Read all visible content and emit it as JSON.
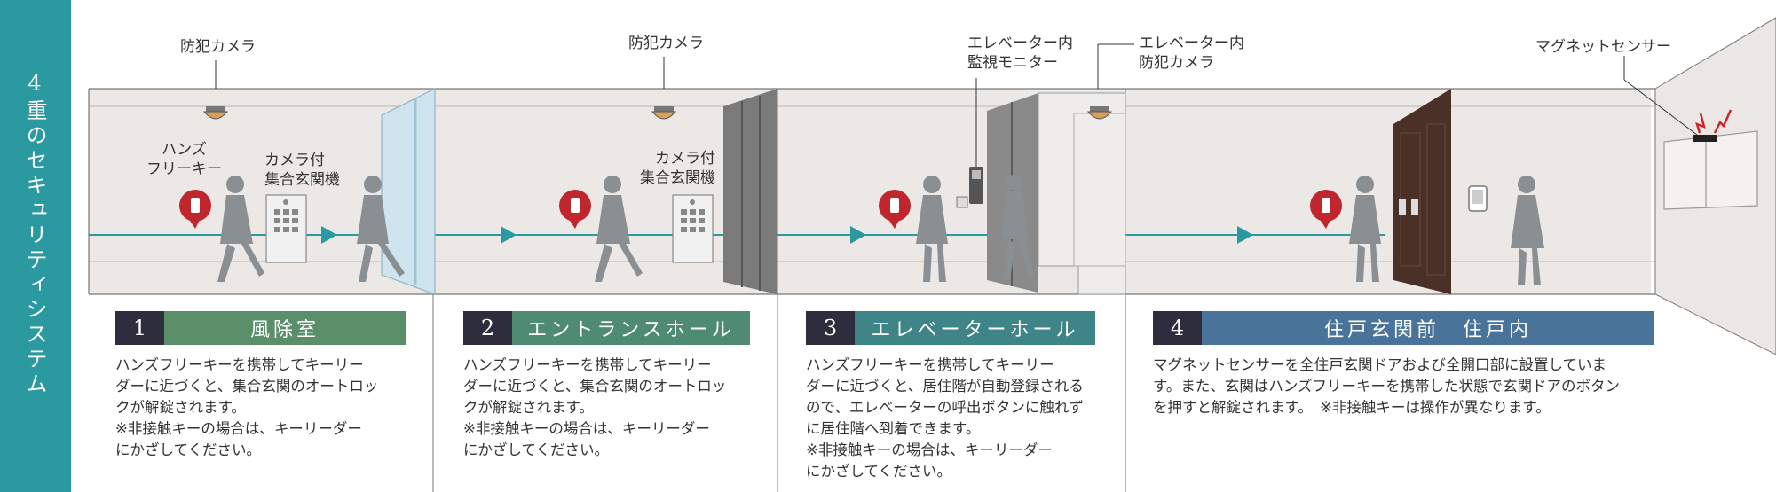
{
  "sidebar": {
    "title": "4重のセキュリティシステム",
    "color": "#2a9aa0"
  },
  "scene_labels": {
    "camera_1": "防犯カメラ",
    "camera_2": "防犯カメラ",
    "handsfree_key": [
      "ハンズ",
      "フリーキー"
    ],
    "intercom_1": [
      "カメラ付",
      "集合玄関機"
    ],
    "intercom_2": [
      "カメラ付",
      "集合玄関機"
    ],
    "elevator_monitor": [
      "エレベーター内",
      "監視モニター"
    ],
    "elevator_camera": [
      "エレベーター内",
      "防犯カメラ"
    ],
    "magnet_sensor": "マグネットセンサー"
  },
  "steps": [
    {
      "num": "1",
      "title": "風除室",
      "color": "#5a8f6a",
      "lines": [
        "ハンズフリーキーを携帯してキーリー",
        "ダーに近づくと、集合玄関のオートロッ",
        "クが解錠されます。",
        "※非接触キーの場合は、キーリーダー",
        "にかざしてください。"
      ]
    },
    {
      "num": "2",
      "title": "エントランスホール",
      "color": "#4f8a72",
      "lines": [
        "ハンズフリーキーを携帯してキーリー",
        "ダーに近づくと、集合玄関のオートロッ",
        "クが解錠されます。",
        "※非接触キーの場合は、キーリーダー",
        "にかざしてください。"
      ]
    },
    {
      "num": "3",
      "title": "エレベーターホール",
      "color": "#3f8487",
      "lines": [
        "ハンズフリーキーを携帯してキーリー",
        "ダーに近づくと、居住階が自動登録される",
        "ので、エレベーターの呼出ボタンに触れず",
        "に居住階へ到着できます。",
        "※非接触キーの場合は、キーリーダー",
        "にかざしてください。"
      ]
    },
    {
      "num": "4",
      "title": "住戸玄関前　住戸内",
      "color": "#4a7399",
      "lines": [
        "マグネットセンサーを全住戸玄関ドアおよび全開口部に設置していま",
        "す。また、玄関はハンズフリーキーを携帯した状態で玄関ドアのボタン",
        "を押すと解錠されます。　※非接触キーは操作が異なります。"
      ]
    }
  ],
  "colors": {
    "wall": "#e9e5e2",
    "floor": "#f3f1ef",
    "figure": "#8a8f93",
    "path": "#2a9aa0",
    "key_badge": "#c0262d",
    "door": "#4a3027"
  }
}
